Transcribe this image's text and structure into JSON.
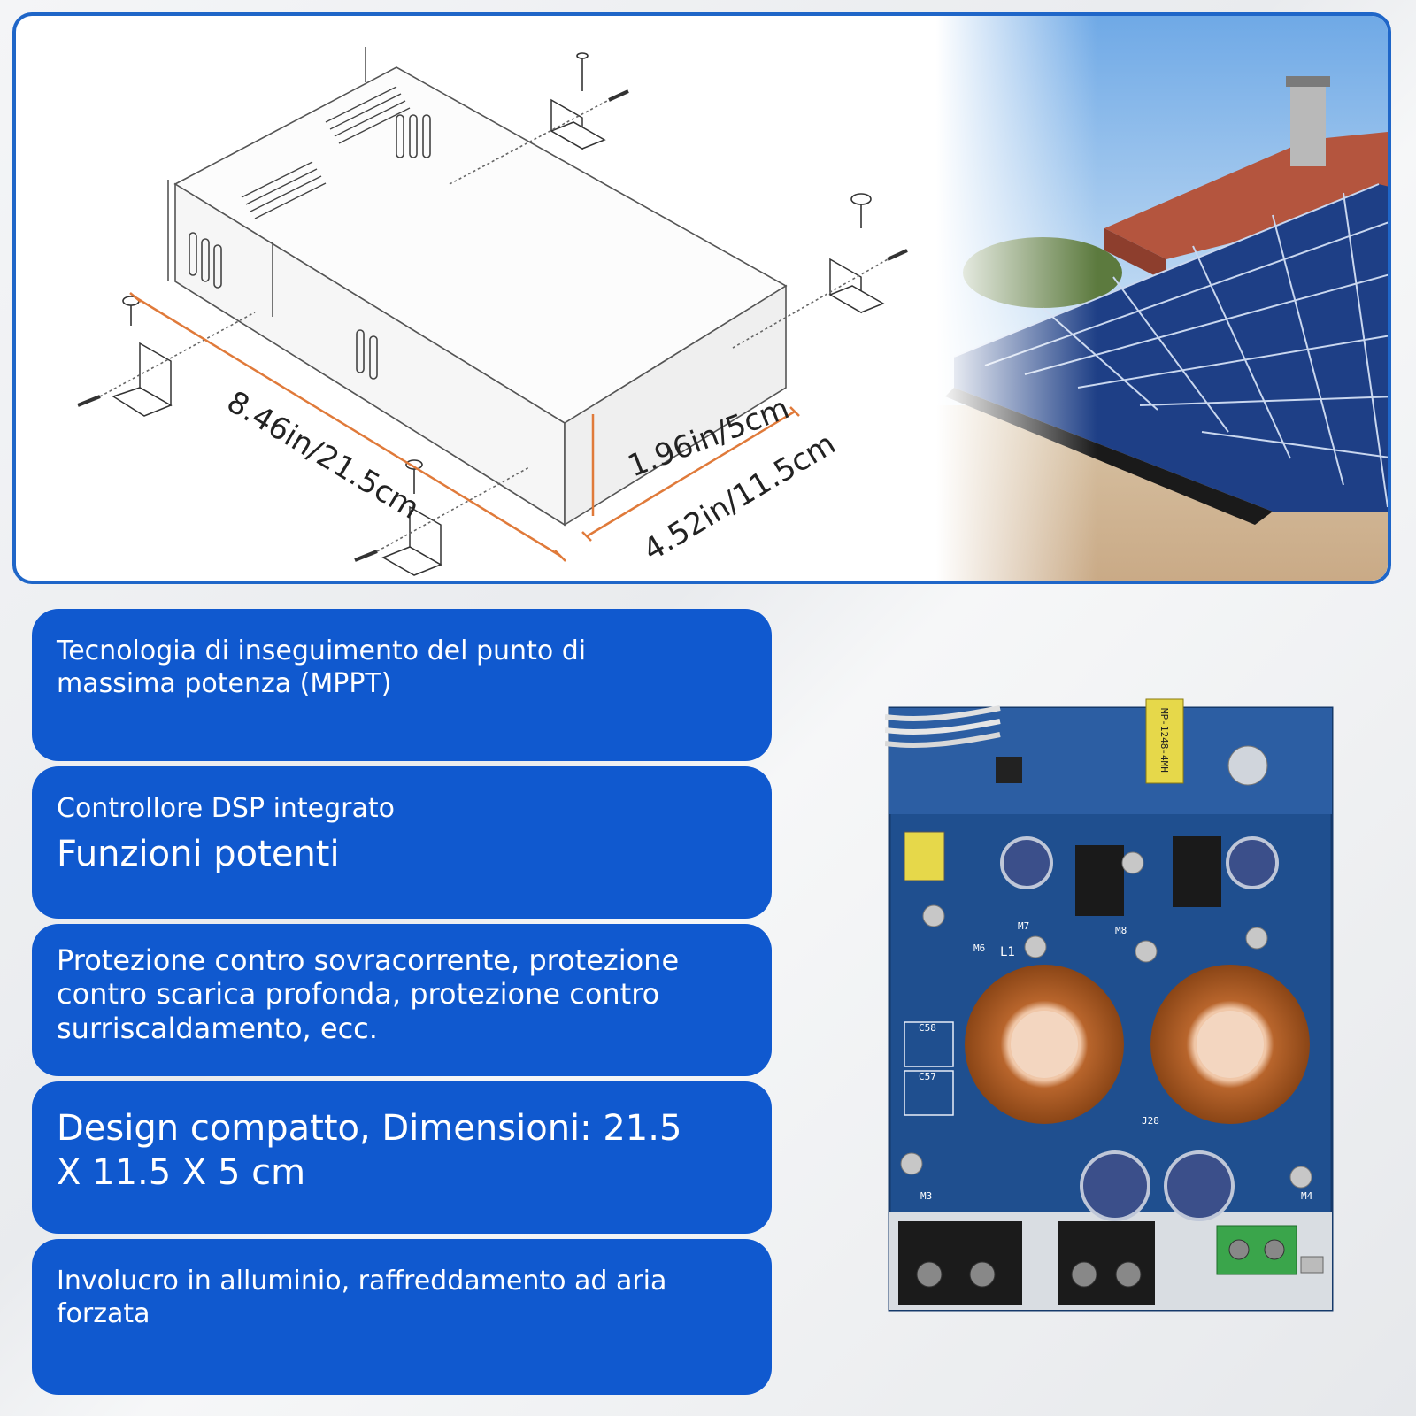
{
  "diagram": {
    "length_label": "8.46in/21.5cm",
    "height_label": "1.96in/5cm",
    "width_label": "4.52in/11.5cm"
  },
  "features": [
    {
      "text": "Tecnologia di inseguimento del punto di massima potenza (MPPT)"
    },
    {
      "line1": "Controllore DSP integrato",
      "line2": "Funzioni potenti"
    },
    {
      "text": "Protezione contro sovracorrente, protezione contro scarica profonda, protezione contro surriscaldamento, ecc."
    },
    {
      "text": "Design compatto, Dimensioni: 21.5 X 11.5 X 5 cm"
    },
    {
      "text": "Involucro in alluminio, raffreddamento ad aria forzata"
    }
  ],
  "pcb": {
    "labels": [
      "MP-1248-4MH",
      "L1",
      "M6",
      "M7",
      "M8",
      "C58",
      "C57",
      "J28",
      "M3",
      "M4"
    ]
  },
  "colors": {
    "accent_blue": "#1059cf",
    "border_blue": "#1f66c8",
    "dimension_orange": "#e07a3a"
  }
}
